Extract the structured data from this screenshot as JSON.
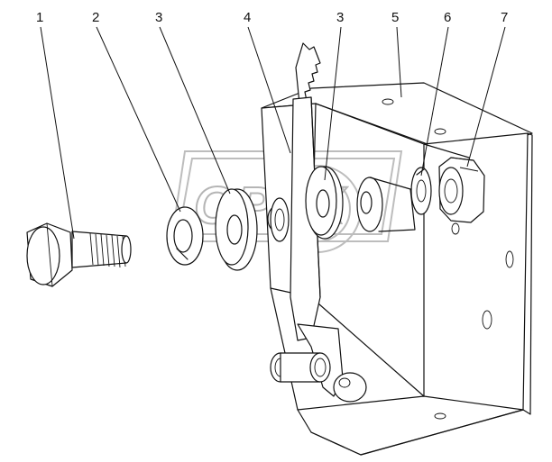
{
  "drawing": {
    "callouts": [
      {
        "label": "1"
      },
      {
        "label": "2"
      },
      {
        "label": "3"
      },
      {
        "label": "4"
      },
      {
        "label": "3"
      },
      {
        "label": "5"
      },
      {
        "label": "6"
      },
      {
        "label": "7"
      }
    ],
    "watermark": {
      "text": "OPEX"
    }
  }
}
